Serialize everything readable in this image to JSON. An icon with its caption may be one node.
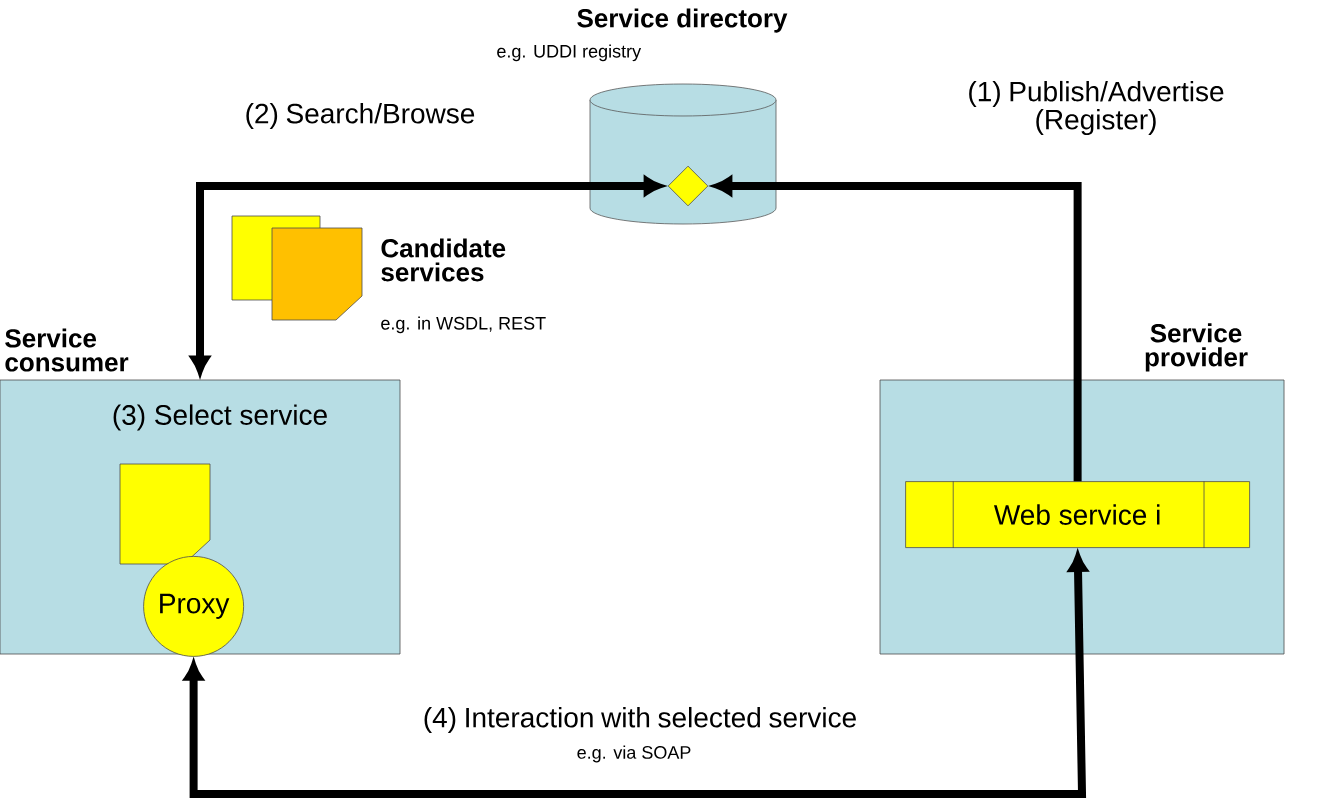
{
  "diagram": {
    "nodes": [
      {
        "text": [
          "Service directory",
          "e.g. UDDI registry"
        ]
      },
      {
        "text": [],
        "shape": "diamond",
        "in": 0
      },
      {
        "text": [
          "Service consumer",
          "(3) Select service"
        ]
      },
      {
        "text": [
          "Proxy"
        ],
        "in": 2
      },
      {
        "text": [
          "Service provider"
        ]
      },
      {
        "text": [
          "Web service i"
        ],
        "in": 4
      }
    ],
    "edges": [
      {
        "from": 2,
        "to": 1,
        "arrow": "both",
        "label": "(2) Search/Browse"
      },
      {
        "from": 5,
        "to": 1,
        "arrow": "to",
        "label": "(1) Publish/Advertise (Register)"
      },
      {
        "from": 5,
        "to": 3,
        "arrow": "both",
        "label": "(4) Interaction with selected service"
      }
    ],
    "labels": [
      "Candidate services",
      "e.g. in WSDL, REST",
      "e.g. via SOAP"
    ]
  }
}
